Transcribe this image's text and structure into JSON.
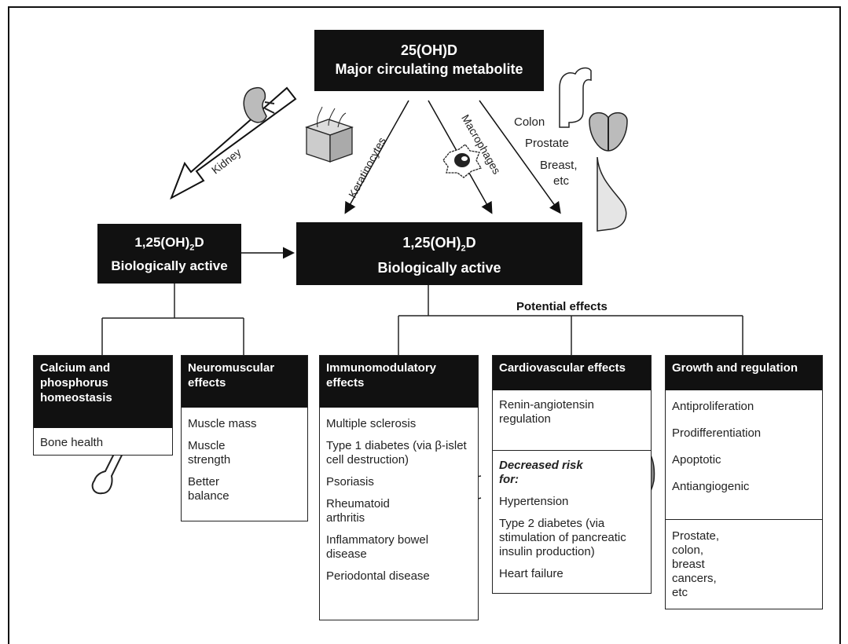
{
  "top_box": {
    "line1": "25(OH)D",
    "line2": "Major circulating metabolite"
  },
  "kidney_box": {
    "line1": "1,25(OH)",
    "sub": "2",
    "line1_end": "D",
    "line2": "Biologically active"
  },
  "center_box": {
    "line1": "1,25(OH)",
    "sub": "2",
    "line1_end": "D",
    "line2": "Biologically active"
  },
  "arrow_labels": {
    "kidney": "Kidney",
    "keratinocytes": "Keratinocytes",
    "macrophages": "Macrophages"
  },
  "tissue_labels": {
    "colon": "Colon",
    "prostate": "Prostate",
    "breast": "Breast,",
    "etc": "etc"
  },
  "potential_effects": "Potential effects",
  "calcium": {
    "header": "Calcium and phosphorus homeostasis",
    "items": [
      "Bone health"
    ]
  },
  "neuromuscular": {
    "header": "Neuromuscular effects",
    "items": [
      "Muscle mass",
      "Muscle strength",
      "Better balance"
    ]
  },
  "immuno": {
    "header": "Immunomodulatory effects",
    "items": [
      "Multiple sclerosis",
      "Type 1 diabetes (via β-islet cell destruction)",
      "Psoriasis",
      "Rheumatoid arthritis",
      "Inflammatory bowel disease",
      "Periodontal disease"
    ]
  },
  "cardio": {
    "header": "Cardiovascular effects",
    "top_item": "Renin-angiotensin regulation",
    "risk_label": "Decreased risk for:",
    "items": [
      "Hypertension",
      "Type 2 diabetes (via stimulation of pancreatic insulin production)",
      "Heart failure"
    ]
  },
  "growth": {
    "header": "Growth and regulation",
    "items": [
      "Antiproliferation",
      "Prodifferentiation",
      "Apoptotic",
      "Antiangiogenic"
    ],
    "cancers": "Prostate, colon, breast cancers, etc"
  },
  "colors": {
    "dark": "#111111",
    "line": "#222222",
    "organ_fill": "#bdbdbd",
    "organ_dark": "#555555"
  }
}
